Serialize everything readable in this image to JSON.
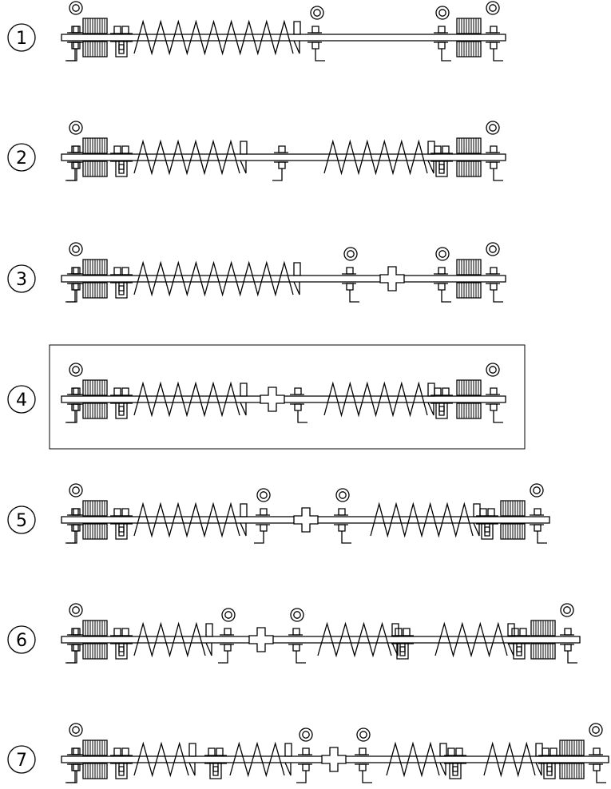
{
  "diagram": {
    "stroke_color": "#000000",
    "background": "#ffffff",
    "highlight_variant": "4",
    "variants": [
      {
        "label": "1",
        "left_end": "spring_buffer",
        "right_end": "spring_buffer",
        "components": [
          "bracket",
          "spring",
          "plain_shaft",
          "bracket"
        ]
      },
      {
        "label": "2",
        "left_end": "spring_buffer",
        "right_end": "spring_buffer",
        "components": [
          "spring",
          "bracket",
          "spring"
        ]
      },
      {
        "label": "3",
        "left_end": "spring_buffer",
        "right_end": "spring_buffer",
        "components": [
          "spring",
          "bracket",
          "cross_coupling",
          "bracket"
        ]
      },
      {
        "label": "4",
        "left_end": "spring_buffer",
        "right_end": "spring_buffer",
        "components": [
          "spring",
          "cross_coupling",
          "bracket",
          "spring"
        ]
      },
      {
        "label": "5",
        "left_end": "spring_buffer",
        "right_end": "spring_buffer",
        "components": [
          "spring",
          "bracket",
          "cross_coupling",
          "bracket",
          "spring"
        ]
      },
      {
        "label": "6",
        "left_end": "spring_buffer",
        "right_end": "spring_buffer",
        "components": [
          "spring",
          "bracket",
          "cross_coupling",
          "bracket",
          "spring",
          "spring"
        ]
      },
      {
        "label": "7",
        "left_end": "spring_buffer",
        "right_end": "spring_buffer",
        "components": [
          "spring",
          "spring",
          "bracket",
          "cross_coupling",
          "bracket",
          "spring",
          "spring"
        ]
      }
    ]
  }
}
